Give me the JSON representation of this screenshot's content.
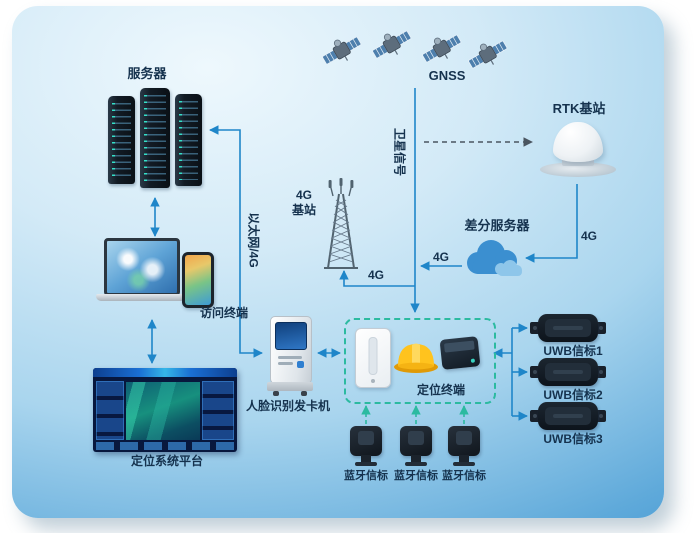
{
  "colors": {
    "arrow_blue": "#1f86c9",
    "arrow_dark": "#4a5560",
    "dashed_teal": "#2cbaa0",
    "label_text": "#15324e",
    "panel_blue": "#3f94d0",
    "helmet_yellow": "#ffc31e"
  },
  "nodes": {
    "server": {
      "label": "服务器"
    },
    "gnss": {
      "label": "GNSS"
    },
    "rtk_station": {
      "label": "RTK基站"
    },
    "g4_station": {
      "label": "4G\n基站"
    },
    "diff_server": {
      "label": "差分服务器"
    },
    "access_terminal": {
      "label": "访问终端"
    },
    "face_machine": {
      "label": "人脸识别发卡机"
    },
    "positioning_terminal": {
      "label": "定位终端"
    },
    "platform": {
      "label": "定位系统平台"
    },
    "uwb_beacons": [
      {
        "label": "UWB信标1"
      },
      {
        "label": "UWB信标2"
      },
      {
        "label": "UWB信标3"
      }
    ],
    "bluetooth_beacons": [
      {
        "label": "蓝牙信标"
      },
      {
        "label": "蓝牙信标"
      },
      {
        "label": "蓝牙信标"
      }
    ]
  },
  "edges": {
    "satellite_signal": {
      "label": "卫星信号"
    },
    "ethernet_4g": {
      "label": "以太网/4G"
    },
    "g4_tower": {
      "label": "4G"
    },
    "g4_cloud": {
      "label": "4G"
    },
    "g4_rtk": {
      "label": "4G"
    }
  }
}
